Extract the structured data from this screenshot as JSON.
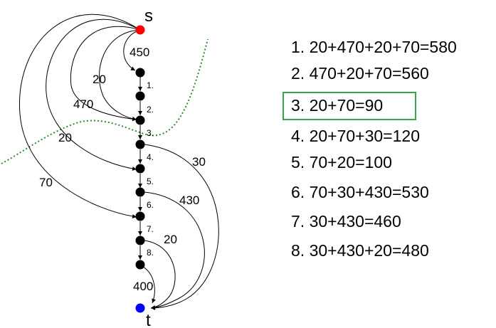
{
  "diagram": {
    "source_label": "s",
    "sink_label": "t",
    "colors": {
      "source": "#ff0000",
      "sink": "#0000ff",
      "node": "#000000",
      "cut": "#2e8b2e",
      "highlight": "#3aa24a"
    },
    "path_edge_labels": [
      "1.",
      "2.",
      "3.",
      "4.",
      "5.",
      "6.",
      "7.",
      "8."
    ],
    "edge_weights": {
      "s_to_1": "450",
      "s_to_3_a": "20",
      "s_to_3_b": "470",
      "s_to_5": "20",
      "s_to_7": "70",
      "n4_to_t": "30",
      "n6_to_t": "430",
      "n8_to_t": "20",
      "n9_to_t": "400"
    }
  },
  "cut_list": [
    "1. 20+470+20+70=580",
    "2. 470+20+70=560",
    "3. 20+70=90",
    "4. 20+70+30=120",
    "5. 70+20=100",
    "6. 70+30+430=530",
    "7. 30+430=460",
    "8. 30+430+20=480"
  ],
  "highlighted_item_index": 2
}
